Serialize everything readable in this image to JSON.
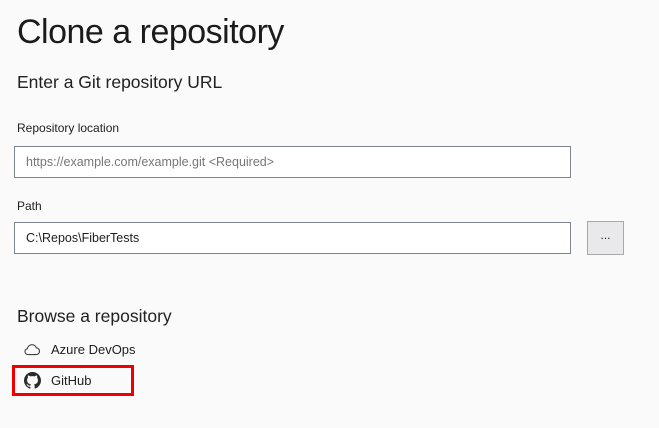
{
  "window": {
    "title": "Clone a repository",
    "background_color": "#fafafa"
  },
  "url_section": {
    "heading": "Enter a Git repository URL",
    "repository_location": {
      "label": "Repository location",
      "value": "",
      "placeholder": "https://example.com/example.git <Required>"
    },
    "path": {
      "label": "Path",
      "value": "C:\\Repos\\FiberTests"
    },
    "browse_button_label": "..."
  },
  "browse_section": {
    "heading": "Browse a repository",
    "items": [
      {
        "label": "Azure DevOps",
        "icon": "cloud-icon",
        "highlighted": false
      },
      {
        "label": "GitHub",
        "icon": "github-icon",
        "highlighted": true
      }
    ]
  },
  "annotation": {
    "shape": "rectangle",
    "color": "#ee0000",
    "target": "GitHub"
  },
  "colors": {
    "text": "#1e1e1e",
    "input_border": "#7e8591",
    "placeholder": "#767676",
    "button_background": "#e9e9ec",
    "annotation_red": "#ee0000"
  }
}
